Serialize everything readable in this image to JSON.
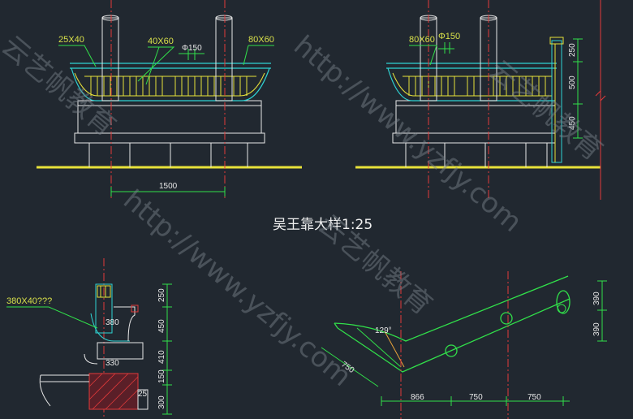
{
  "title": "吴王靠大样1:25",
  "watermark": {
    "url": "http://www.yzfjy.com",
    "brand": "云艺帆教育"
  },
  "view1": {
    "labels": [
      "25X40",
      "40X60",
      "Φ150",
      "80X60"
    ],
    "dims": [
      "1500"
    ]
  },
  "view2": {
    "labels": [
      "80X60",
      "Φ150"
    ],
    "dims": [
      "250",
      "500",
      "450"
    ]
  },
  "section": {
    "labels": [
      "380X40???"
    ],
    "dims": [
      "380",
      "330",
      "250",
      "450",
      "410",
      "150",
      "300",
      "25"
    ]
  },
  "bracket": {
    "dims": [
      "129°",
      "750",
      "866",
      "750",
      "750",
      "390",
      "390"
    ]
  },
  "colors": {
    "bg": "#212830",
    "cyan": "#2fd3d3",
    "yellow": "#e8e23a",
    "green": "#31e04a",
    "red": "#e23a3a",
    "white": "#e8e8e8",
    "gray": "#8a929a"
  }
}
